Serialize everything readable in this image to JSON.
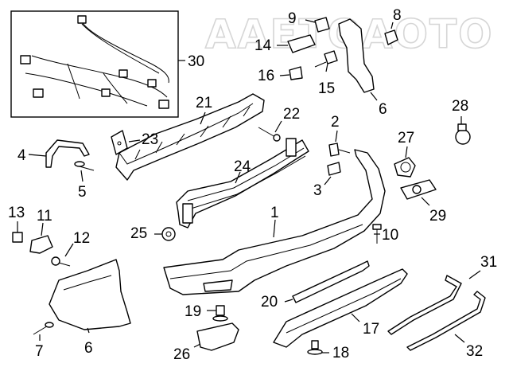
{
  "watermark": "AAETOAOTO",
  "callouts": [
    {
      "id": "c1",
      "text": "1"
    },
    {
      "id": "c2",
      "text": "2"
    },
    {
      "id": "c3",
      "text": "3"
    },
    {
      "id": "c4",
      "text": "4"
    },
    {
      "id": "c5",
      "text": "5"
    },
    {
      "id": "c6a",
      "text": "6"
    },
    {
      "id": "c6b",
      "text": "6"
    },
    {
      "id": "c7",
      "text": "7"
    },
    {
      "id": "c8",
      "text": "8"
    },
    {
      "id": "c9",
      "text": "9"
    },
    {
      "id": "c10",
      "text": "10"
    },
    {
      "id": "c11",
      "text": "11"
    },
    {
      "id": "c12",
      "text": "12"
    },
    {
      "id": "c13",
      "text": "13"
    },
    {
      "id": "c14",
      "text": "14"
    },
    {
      "id": "c15",
      "text": "15"
    },
    {
      "id": "c16",
      "text": "16"
    },
    {
      "id": "c17",
      "text": "17"
    },
    {
      "id": "c18",
      "text": "18"
    },
    {
      "id": "c19",
      "text": "19"
    },
    {
      "id": "c20",
      "text": "20"
    },
    {
      "id": "c21",
      "text": "21"
    },
    {
      "id": "c22",
      "text": "22"
    },
    {
      "id": "c23",
      "text": "23"
    },
    {
      "id": "c24",
      "text": "24"
    },
    {
      "id": "c25",
      "text": "25"
    },
    {
      "id": "c26",
      "text": "26"
    },
    {
      "id": "c27",
      "text": "27"
    },
    {
      "id": "c28",
      "text": "28"
    },
    {
      "id": "c29",
      "text": "29"
    },
    {
      "id": "c30",
      "text": "30"
    },
    {
      "id": "c31",
      "text": "31"
    },
    {
      "id": "c32",
      "text": "32"
    }
  ]
}
